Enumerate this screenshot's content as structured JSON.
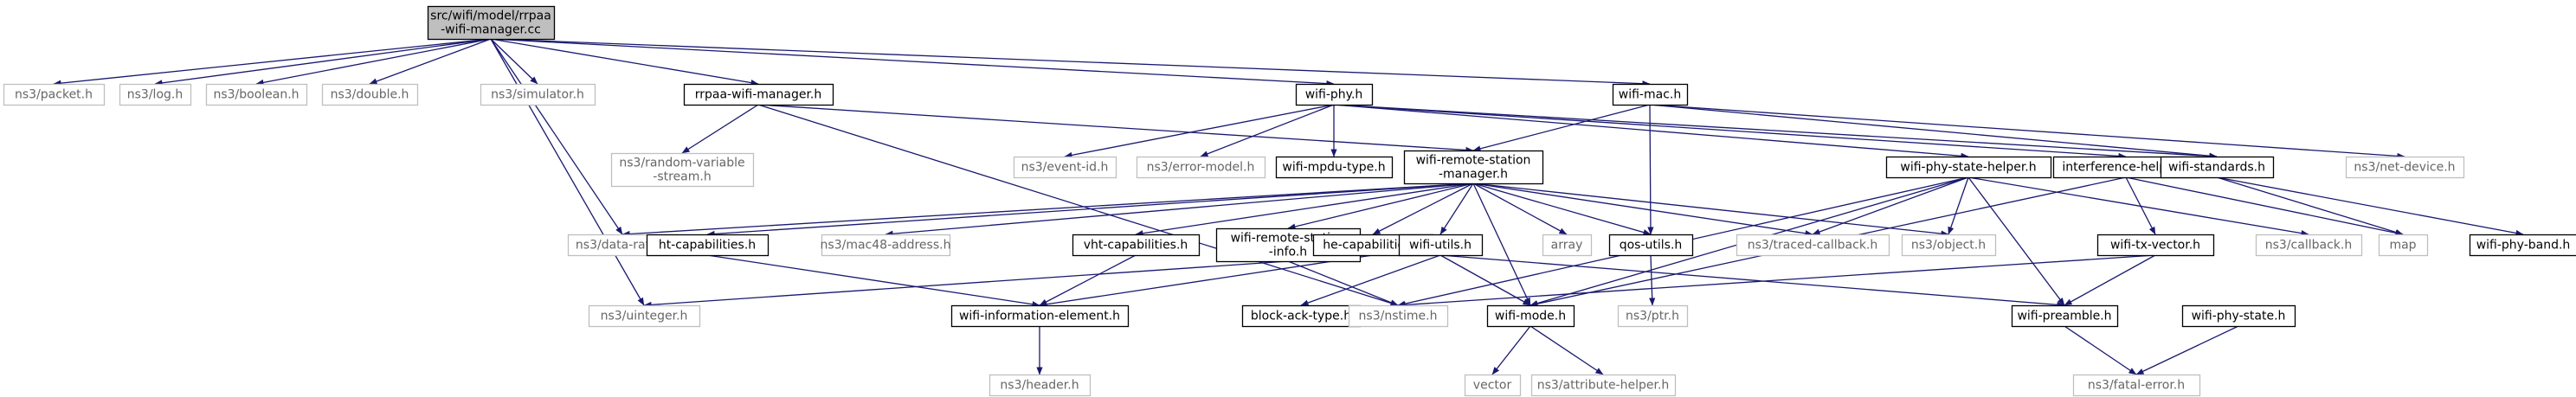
{
  "graph": {
    "edge_color": "#191970",
    "node_border": "#000000",
    "external_border": "#bfbfbf",
    "root_fill": "#bfbfbf",
    "nodes": [
      {
        "id": "root",
        "lines": [
          "src/wifi/model/rrpaa",
          "-wifi-manager.cc"
        ],
        "kind": "root"
      },
      {
        "id": "packet",
        "lines": [
          "ns3/packet.h"
        ],
        "kind": "external"
      },
      {
        "id": "log",
        "lines": [
          "ns3/log.h"
        ],
        "kind": "external"
      },
      {
        "id": "boolean",
        "lines": [
          "ns3/boolean.h"
        ],
        "kind": "external"
      },
      {
        "id": "double",
        "lines": [
          "ns3/double.h"
        ],
        "kind": "external"
      },
      {
        "id": "simulator",
        "lines": [
          "ns3/simulator.h"
        ],
        "kind": "external"
      },
      {
        "id": "rrpaa",
        "lines": [
          "rrpaa-wifi-manager.h"
        ],
        "kind": "internal"
      },
      {
        "id": "wifiphy",
        "lines": [
          "wifi-phy.h"
        ],
        "kind": "internal"
      },
      {
        "id": "wifimac",
        "lines": [
          "wifi-mac.h"
        ],
        "kind": "internal"
      },
      {
        "id": "randvar",
        "lines": [
          "ns3/random-variable",
          "-stream.h"
        ],
        "kind": "external"
      },
      {
        "id": "eventid",
        "lines": [
          "ns3/event-id.h"
        ],
        "kind": "external"
      },
      {
        "id": "errormodel",
        "lines": [
          "ns3/error-model.h"
        ],
        "kind": "external"
      },
      {
        "id": "mpdutype",
        "lines": [
          "wifi-mpdu-type.h"
        ],
        "kind": "internal"
      },
      {
        "id": "wrsm",
        "lines": [
          "wifi-remote-station",
          "-manager.h"
        ],
        "kind": "internal"
      },
      {
        "id": "physh",
        "lines": [
          "wifi-phy-state-helper.h"
        ],
        "kind": "internal"
      },
      {
        "id": "interf",
        "lines": [
          "interference-helper.h"
        ],
        "kind": "internal"
      },
      {
        "id": "standards",
        "lines": [
          "wifi-standards.h"
        ],
        "kind": "internal"
      },
      {
        "id": "netdevice",
        "lines": [
          "ns3/net-device.h"
        ],
        "kind": "external"
      },
      {
        "id": "datarate",
        "lines": [
          "ns3/data-rate.h"
        ],
        "kind": "external"
      },
      {
        "id": "htcap",
        "lines": [
          "ht-capabilities.h"
        ],
        "kind": "internal"
      },
      {
        "id": "mac48",
        "lines": [
          "ns3/mac48-address.h"
        ],
        "kind": "external"
      },
      {
        "id": "vhtcap",
        "lines": [
          "vht-capabilities.h"
        ],
        "kind": "internal"
      },
      {
        "id": "wrsi",
        "lines": [
          "wifi-remote-station",
          "-info.h"
        ],
        "kind": "internal"
      },
      {
        "id": "hecap",
        "lines": [
          "he-capabilities.h"
        ],
        "kind": "internal"
      },
      {
        "id": "wifiutils",
        "lines": [
          "wifi-utils.h"
        ],
        "kind": "internal"
      },
      {
        "id": "array",
        "lines": [
          "array"
        ],
        "kind": "external"
      },
      {
        "id": "qosutils",
        "lines": [
          "qos-utils.h"
        ],
        "kind": "internal"
      },
      {
        "id": "traced",
        "lines": [
          "ns3/traced-callback.h"
        ],
        "kind": "external"
      },
      {
        "id": "object",
        "lines": [
          "ns3/object.h"
        ],
        "kind": "external"
      },
      {
        "id": "txvector",
        "lines": [
          "wifi-tx-vector.h"
        ],
        "kind": "internal"
      },
      {
        "id": "callback",
        "lines": [
          "ns3/callback.h"
        ],
        "kind": "external"
      },
      {
        "id": "map",
        "lines": [
          "map"
        ],
        "kind": "external"
      },
      {
        "id": "phyband",
        "lines": [
          "wifi-phy-band.h"
        ],
        "kind": "internal"
      },
      {
        "id": "uinteger",
        "lines": [
          "ns3/uinteger.h"
        ],
        "kind": "external"
      },
      {
        "id": "infoelem",
        "lines": [
          "wifi-information-element.h"
        ],
        "kind": "internal"
      },
      {
        "id": "blockack",
        "lines": [
          "block-ack-type.h"
        ],
        "kind": "internal"
      },
      {
        "id": "nstime",
        "lines": [
          "ns3/nstime.h"
        ],
        "kind": "external"
      },
      {
        "id": "wifimode",
        "lines": [
          "wifi-mode.h"
        ],
        "kind": "internal"
      },
      {
        "id": "ptr",
        "lines": [
          "ns3/ptr.h"
        ],
        "kind": "external"
      },
      {
        "id": "preamble",
        "lines": [
          "wifi-preamble.h"
        ],
        "kind": "internal"
      },
      {
        "id": "phystate",
        "lines": [
          "wifi-phy-state.h"
        ],
        "kind": "internal"
      },
      {
        "id": "header",
        "lines": [
          "ns3/header.h"
        ],
        "kind": "external"
      },
      {
        "id": "vector",
        "lines": [
          "vector"
        ],
        "kind": "external"
      },
      {
        "id": "attrhelper",
        "lines": [
          "ns3/attribute-helper.h"
        ],
        "kind": "external"
      },
      {
        "id": "fatalerror",
        "lines": [
          "ns3/fatal-error.h"
        ],
        "kind": "external"
      }
    ],
    "edges": [
      [
        "root",
        "packet"
      ],
      [
        "root",
        "log"
      ],
      [
        "root",
        "boolean"
      ],
      [
        "root",
        "double"
      ],
      [
        "root",
        "simulator"
      ],
      [
        "root",
        "rrpaa"
      ],
      [
        "root",
        "wifiphy"
      ],
      [
        "root",
        "wifimac"
      ],
      [
        "root",
        "datarate"
      ],
      [
        "root",
        "uinteger"
      ],
      [
        "rrpaa",
        "randvar"
      ],
      [
        "rrpaa",
        "wrsm"
      ],
      [
        "rrpaa",
        "nstime"
      ],
      [
        "wifiphy",
        "eventid"
      ],
      [
        "wifiphy",
        "errormodel"
      ],
      [
        "wifiphy",
        "mpdutype"
      ],
      [
        "wifiphy",
        "physh"
      ],
      [
        "wifiphy",
        "interf"
      ],
      [
        "wifiphy",
        "standards"
      ],
      [
        "wifimac",
        "wrsm"
      ],
      [
        "wifimac",
        "qosutils"
      ],
      [
        "wifimac",
        "standards"
      ],
      [
        "wifimac",
        "netdevice"
      ],
      [
        "wrsm",
        "datarate"
      ],
      [
        "wrsm",
        "htcap"
      ],
      [
        "wrsm",
        "mac48"
      ],
      [
        "wrsm",
        "vhtcap"
      ],
      [
        "wrsm",
        "wrsi"
      ],
      [
        "wrsm",
        "hecap"
      ],
      [
        "wrsm",
        "wifiutils"
      ],
      [
        "wrsm",
        "array"
      ],
      [
        "wrsm",
        "qosutils"
      ],
      [
        "wrsm",
        "traced"
      ],
      [
        "wrsm",
        "object"
      ],
      [
        "wrsm",
        "wifimode"
      ],
      [
        "physh",
        "traced"
      ],
      [
        "physh",
        "object"
      ],
      [
        "physh",
        "nstime"
      ],
      [
        "physh",
        "wifimode"
      ],
      [
        "physh",
        "preamble"
      ],
      [
        "physh",
        "callback"
      ],
      [
        "interf",
        "txvector"
      ],
      [
        "interf",
        "wifimode"
      ],
      [
        "interf",
        "map"
      ],
      [
        "standards",
        "map"
      ],
      [
        "standards",
        "phyband"
      ],
      [
        "htcap",
        "infoelem"
      ],
      [
        "vhtcap",
        "infoelem"
      ],
      [
        "wrsi",
        "uinteger"
      ],
      [
        "wrsi",
        "nstime"
      ],
      [
        "hecap",
        "infoelem"
      ],
      [
        "wifiutils",
        "blockack"
      ],
      [
        "wifiutils",
        "wifimode"
      ],
      [
        "wifiutils",
        "preamble"
      ],
      [
        "qosutils",
        "ptr"
      ],
      [
        "txvector",
        "nstime"
      ],
      [
        "txvector",
        "preamble"
      ],
      [
        "phystate",
        "fatalerror"
      ],
      [
        "preamble",
        "fatalerror"
      ],
      [
        "infoelem",
        "header"
      ],
      [
        "wifimode",
        "vector"
      ],
      [
        "wifimode",
        "attrhelper"
      ]
    ]
  }
}
